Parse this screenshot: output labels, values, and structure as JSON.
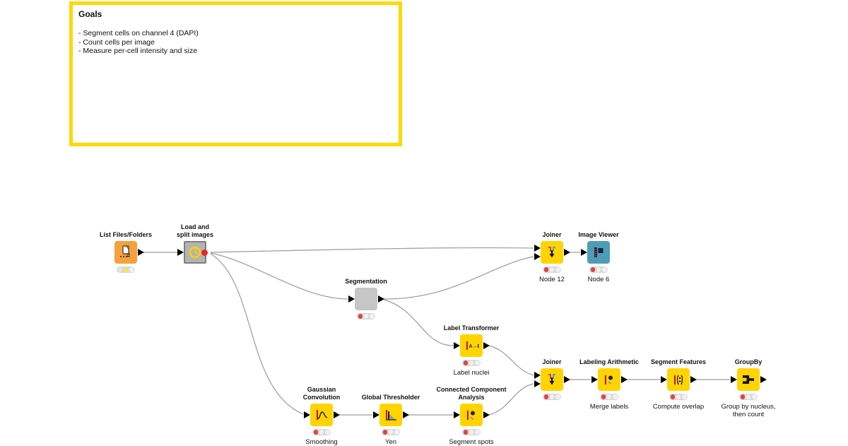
{
  "annotation_box": {
    "title": "Goals",
    "body": "- Segment cells on channel 4 (DAPI)\n- Count cells per image\n- Measure per-cell intensity and size"
  },
  "colors": {
    "annotation_border": "#ffd800",
    "node_yellow": "#ffd401",
    "node_orange": "#f6a13c",
    "node_teal": "#4d9cb7",
    "metanode_gray": "#c6c6c6",
    "status_red": "#e5413e",
    "status_yellow": "#ffe443",
    "edge_gray": "#9b9b9b"
  },
  "nodes": [
    {
      "id": "list-files-folders",
      "label": "List Files/Folders",
      "annotation": "",
      "icon": "files-icon",
      "status": "configured"
    },
    {
      "id": "load-and-split-images",
      "label": "Load and\nsplit images",
      "annotation": "",
      "icon": "clock-icon",
      "status": "metanode"
    },
    {
      "id": "segmentation",
      "label": "Segmentation",
      "annotation": "",
      "icon": "none",
      "status": "idle"
    },
    {
      "id": "label-transformer",
      "label": "Label Transformer",
      "annotation": "Label nuclei",
      "icon": "label-transformer-icon",
      "status": "idle"
    },
    {
      "id": "gaussian-convolution",
      "label": "Gaussian\nConvolution",
      "annotation": "Smoothing",
      "icon": "gaussian-curve-icon",
      "status": "idle"
    },
    {
      "id": "global-thresholder",
      "label": "Global Thresholder",
      "annotation": "Yen",
      "icon": "histogram-threshold-icon",
      "status": "idle"
    },
    {
      "id": "connected-component-analysis",
      "label": "Connected Component\nAnalysis",
      "annotation": "Segment spots",
      "icon": "components-icon",
      "status": "idle"
    },
    {
      "id": "joiner-top",
      "label": "Joiner",
      "annotation": "Node 12",
      "icon": "joiner-icon",
      "status": "idle"
    },
    {
      "id": "image-viewer",
      "label": "Image Viewer",
      "annotation": "Node 6",
      "icon": "table-view-icon",
      "status": "idle"
    },
    {
      "id": "joiner-bottom",
      "label": "Joiner",
      "annotation": "",
      "icon": "joiner-icon",
      "status": "idle"
    },
    {
      "id": "labeling-arithmetic",
      "label": "Labeling Arithmetic",
      "annotation": "Merge labels",
      "icon": "labeling-arithmetic-icon",
      "status": "idle"
    },
    {
      "id": "segment-features",
      "label": "Segment Features",
      "annotation": "Compute overlap",
      "icon": "segment-features-icon",
      "status": "idle"
    },
    {
      "id": "groupby",
      "label": "GroupBy",
      "annotation": "Group by nucleus,\nthen count",
      "icon": "groupby-icon",
      "status": "idle"
    }
  ]
}
